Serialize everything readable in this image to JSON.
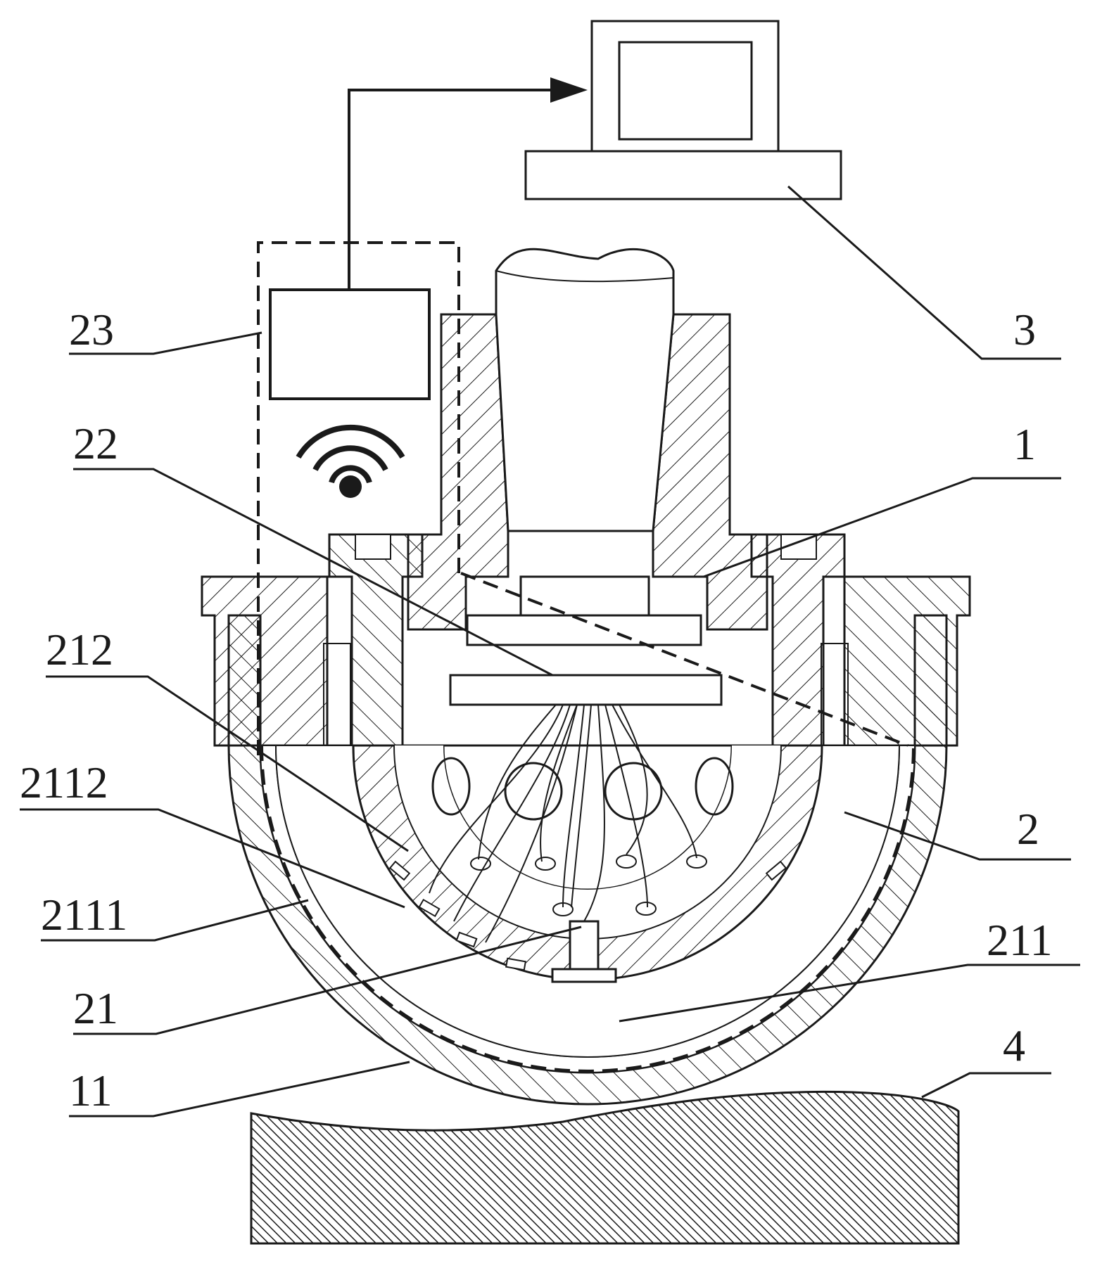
{
  "labels": {
    "l23": "23",
    "l22": "22",
    "l212": "212",
    "l2112": "2112",
    "l2111": "2111",
    "l21": "21",
    "l11": "11",
    "l3": "3",
    "l1": "1",
    "l2": "2",
    "l211": "211",
    "l4": "4"
  },
  "colors": {
    "line": "#1a1a1a",
    "background": "#ffffff"
  }
}
